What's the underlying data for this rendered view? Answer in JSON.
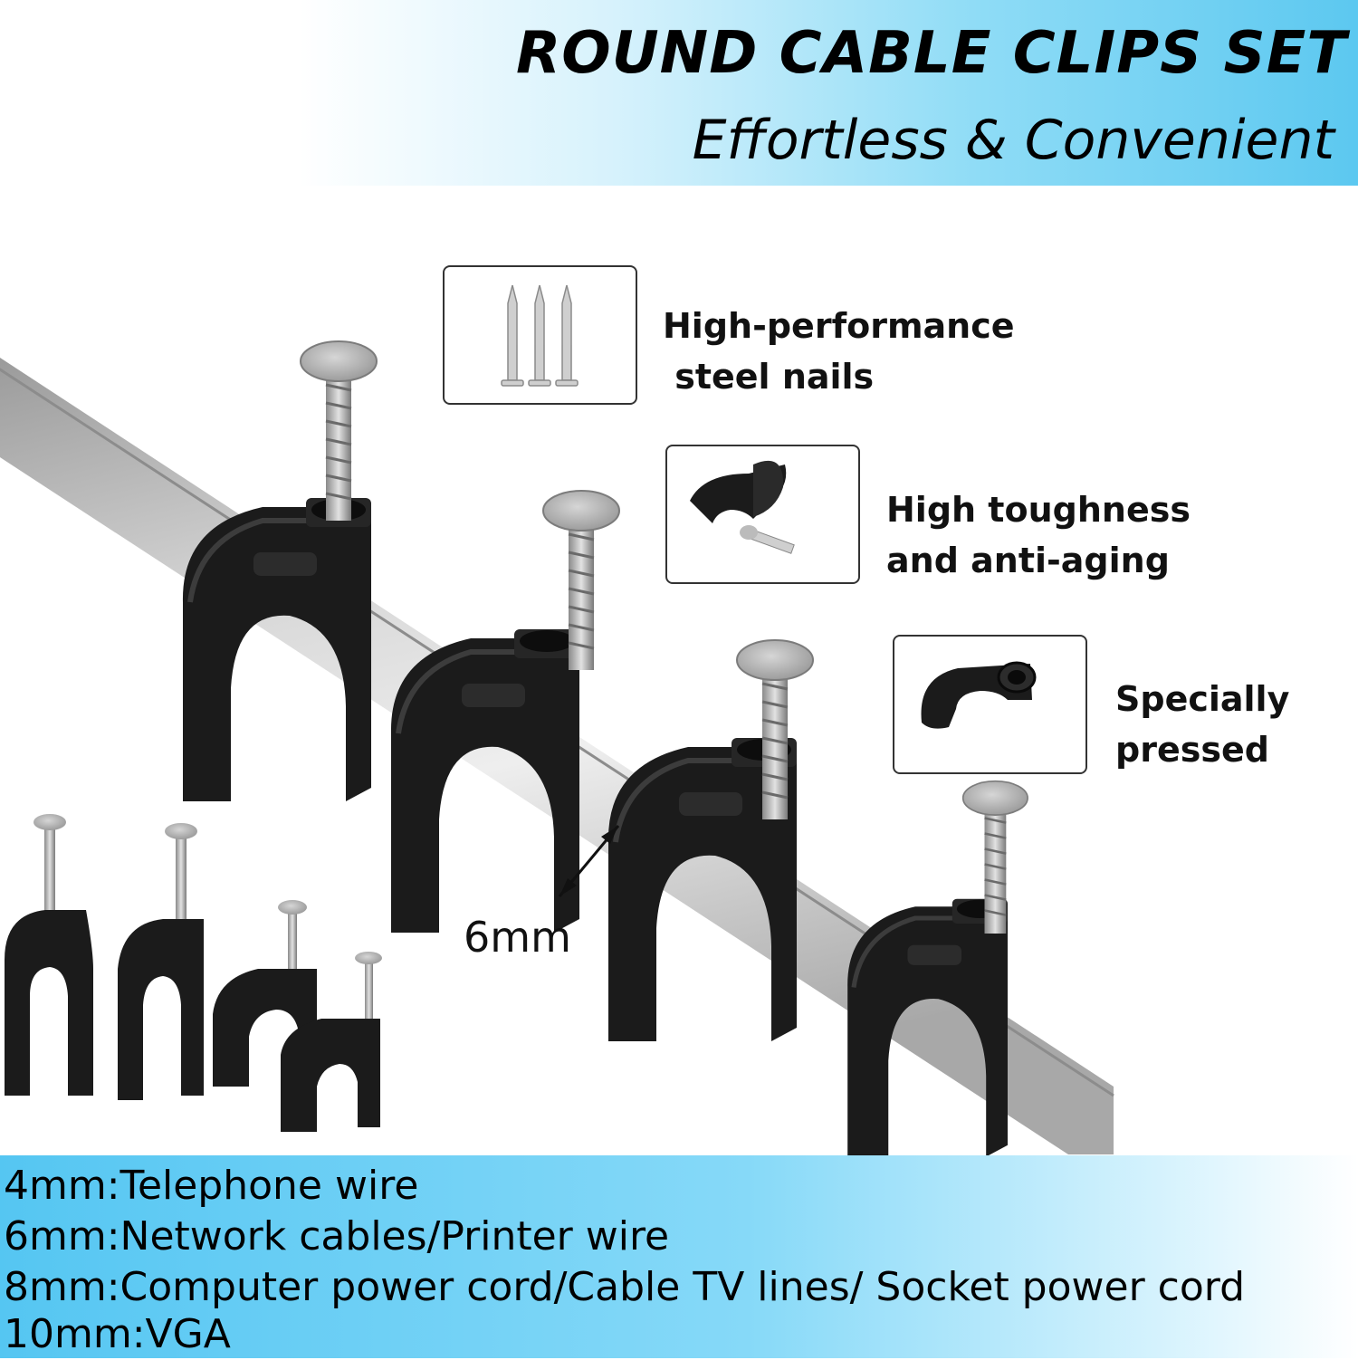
{
  "header": {
    "title": "ROUND CABLE CLIPS SET",
    "subtitle": "Effortless & Convenient"
  },
  "features": [
    {
      "icon": "steel-nails-icon",
      "line1": "High-performance",
      "line2": " steel nails"
    },
    {
      "icon": "cable-clip-with-nail-icon",
      "line1": "High toughness",
      "line2": "and anti-aging"
    },
    {
      "icon": "cable-clip-icon",
      "line1": "Specially",
      "line2": "pressed"
    }
  ],
  "dimension_label": "6mm",
  "sizes": [
    "4mm:Telephone wire",
    "6mm:Network cables/Printer wire",
    "8mm:Computer power cord/Cable TV lines/ Socket power cord",
    "10mm:VGA"
  ],
  "colors": {
    "header_gradient_end": "#5cc8f0",
    "footer_gradient_start": "#55c6f2",
    "clip": "#1b1b1b",
    "cable": "#c9c9c9"
  }
}
